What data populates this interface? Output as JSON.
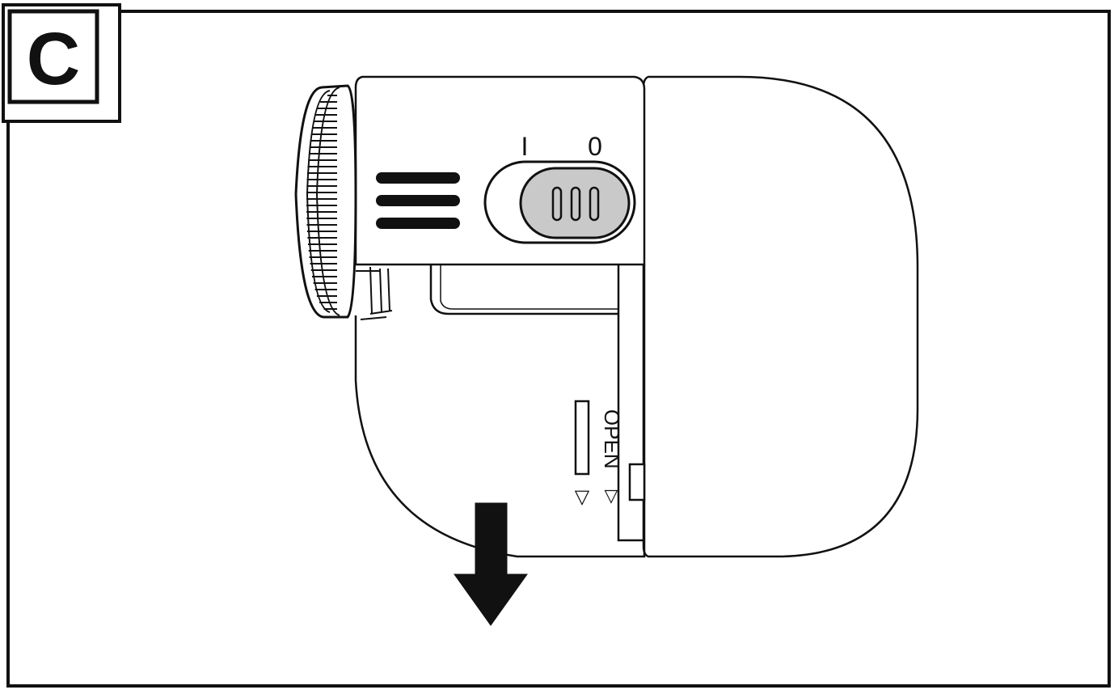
{
  "panel": {
    "step_label": "C"
  },
  "device": {
    "switch_on_symbol": "I",
    "switch_off_symbol": "0",
    "open_label": "OPEN",
    "open_marker": "▽",
    "slider_marker": "▽"
  },
  "colors": {
    "line": "#111111",
    "switch_knob": "#c9c9c9",
    "background": "#ffffff"
  }
}
